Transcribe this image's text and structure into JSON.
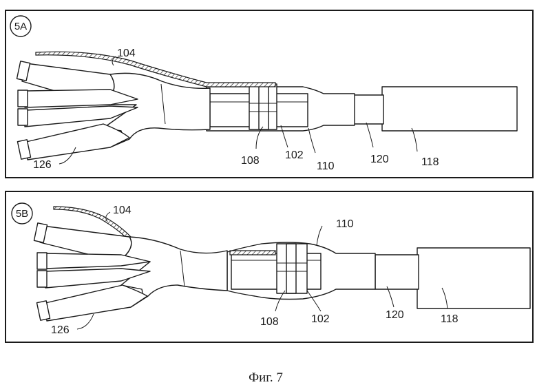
{
  "panels": [
    {
      "badge": "5A",
      "labels": {
        "l104": "104",
        "l126": "126",
        "l108": "108",
        "l102": "102",
        "l110": "110",
        "l120": "120",
        "l118": "118"
      }
    },
    {
      "badge": "5B",
      "labels": {
        "l104": "104",
        "l126": "126",
        "l108": "108",
        "l102": "102",
        "l110": "110",
        "l120": "120",
        "l118": "118"
      }
    }
  ],
  "caption": "Фиг. 7"
}
